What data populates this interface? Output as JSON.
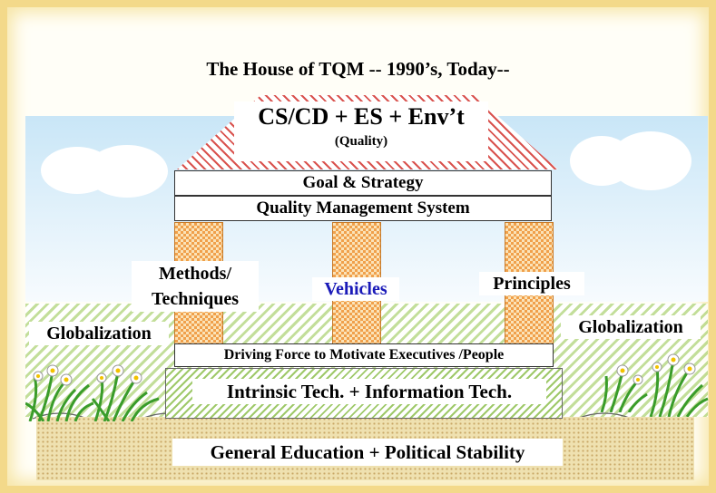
{
  "title": "The House of TQM -- 1990’s, Today--",
  "roof": {
    "line1": "CS/CD + ES + Env’t",
    "line2": "(Quality)"
  },
  "beams": {
    "goal": "Goal & Strategy",
    "qms": "Quality Management System"
  },
  "pillars": {
    "left": "Methods/ Techniques",
    "middle": "Vehicles",
    "right": "Principles"
  },
  "sides": {
    "left": "Globalization",
    "right": "Globalization"
  },
  "driving_force": "Driving Force to Motivate Executives /People",
  "tech_base": "Intrinsic Tech. + Information Tech.",
  "foundation": "General Education + Political Stability",
  "colors": {
    "vehicles_text": "#1a1ab8",
    "roof_hatch": "#d9534f",
    "pillar_check": "#f0a04b",
    "grass_hatch": "#b8d98a",
    "sky": "#c9e6f7",
    "background": "#f3d98a"
  }
}
